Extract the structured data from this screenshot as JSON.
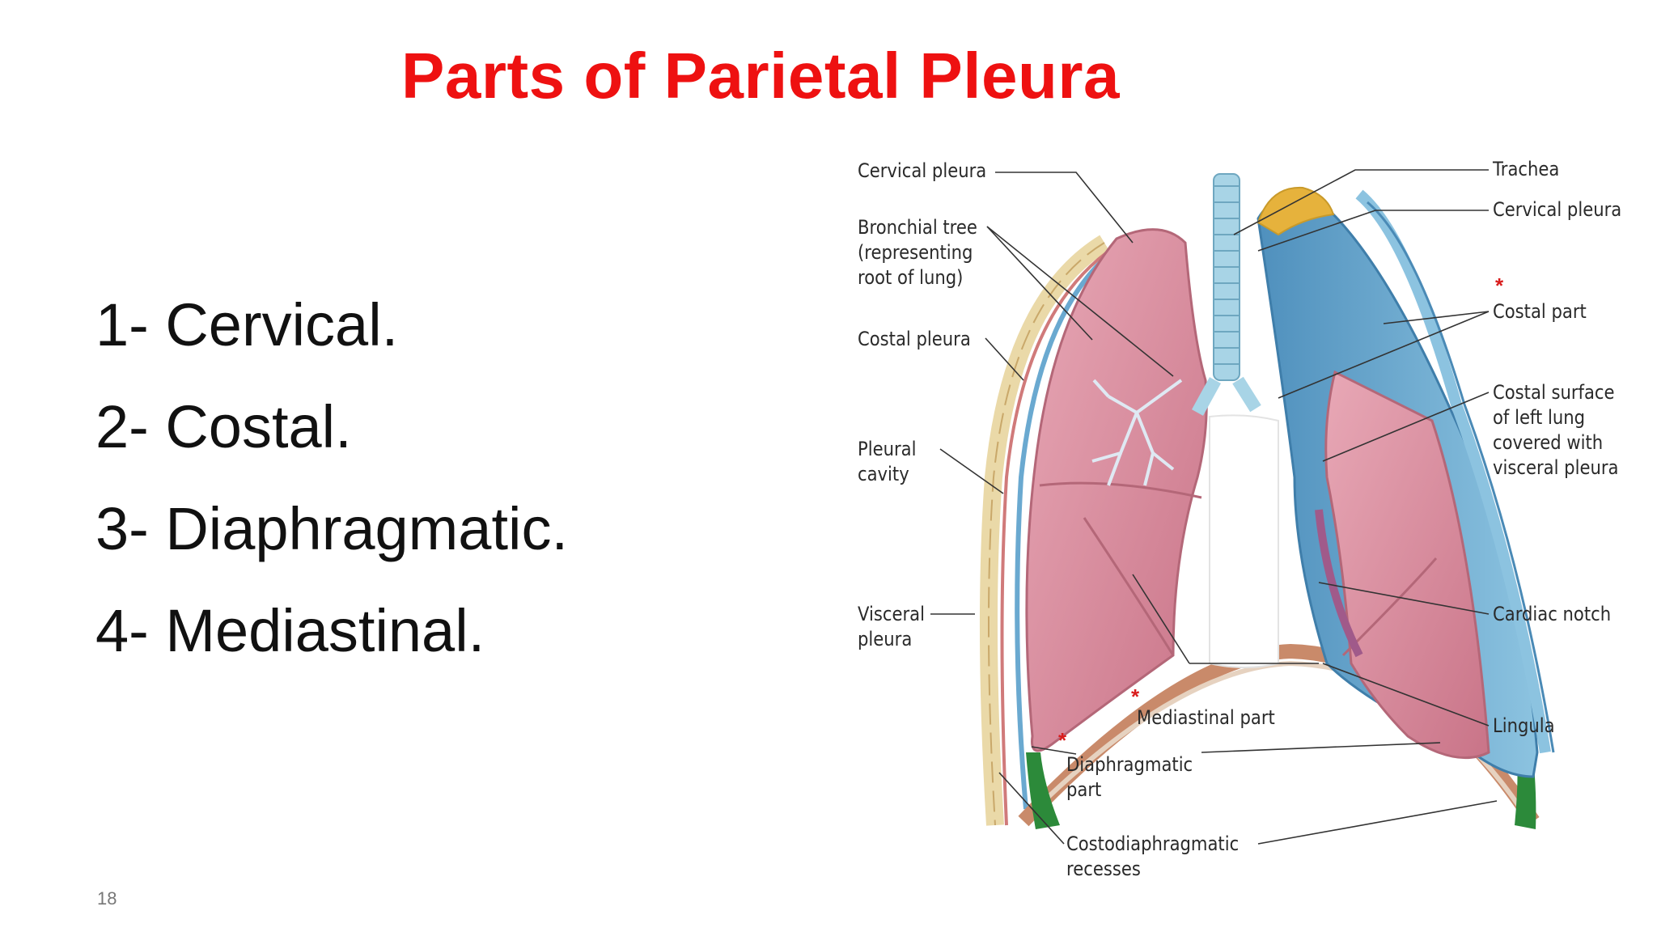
{
  "slide": {
    "title": "Parts of Parietal Pleura",
    "items": [
      "1- Cervical.",
      "2- Costal.",
      "3- Diaphragmatic.",
      "4- Mediastinal."
    ],
    "page_number": "18"
  },
  "diagram": {
    "labels": {
      "cervical_pleura_left": "Cervical pleura",
      "bronchial_tree": "Bronchial tree\n(representing\nroot of lung)",
      "costal_pleura": "Costal pleura",
      "pleural_cavity": "Pleural\ncavity",
      "visceral_pleura": "Visceral\npleura",
      "trachea": "Trachea",
      "cervical_pleura_right": "Cervical pleura",
      "costal_part": "Costal part",
      "costal_surface": "Costal surface\nof left lung\ncovered with\nvisceral pleura",
      "cardiac_notch": "Cardiac notch",
      "lingula": "Lingula",
      "mediastinal_part": "Mediastinal part",
      "diaphragmatic_part": "Diaphragmatic\npart",
      "costodiaphragmatic_recesses": "Costodiaphragmatic\nrecesses"
    },
    "star_symbol": "*",
    "colors": {
      "title_red": "#ee1111",
      "lung_pink": "#d9899a",
      "pleura_blue": "#5d9fc7",
      "cervical_yellow": "#e6b23c",
      "recess_green": "#2c8a3a",
      "trachea_blue": "#a8d4e6"
    }
  }
}
